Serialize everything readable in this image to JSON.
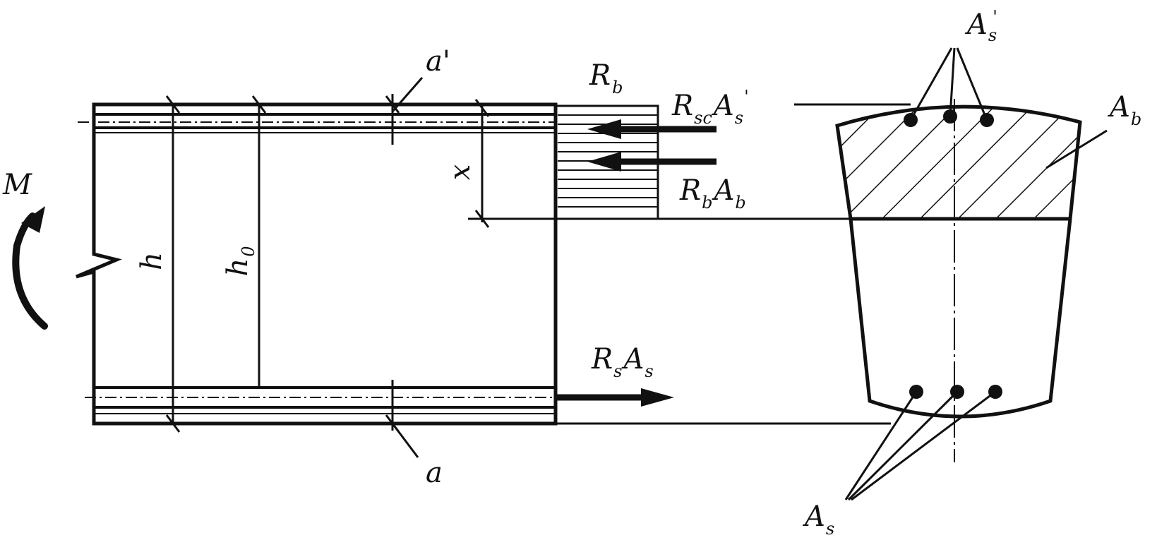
{
  "colors": {
    "ink": "#111111",
    "background": "#ffffff"
  },
  "labels": {
    "moment": "M",
    "h": "h",
    "h0_main": "h",
    "h0_sub": "0",
    "x": "x",
    "a_top": "a'",
    "a_bottom": "a",
    "rb_main": "R",
    "rb_sub": "b",
    "rsc_main": "R",
    "rsc_sub": "sc",
    "rsc_area_main": "A",
    "rsc_area_sub": "s",
    "rsc_area_prime": "'",
    "rbab_r": "R",
    "rbab_r_sub": "b",
    "rbab_a": "A",
    "rbab_a_sub": "b",
    "rsas_r": "R",
    "rsas_r_sub": "s",
    "rsas_a": "A",
    "rsas_a_sub": "s",
    "as_top_main": "A",
    "as_top_sub": "s",
    "as_top_prime": "'",
    "ab_main": "A",
    "ab_sub": "b",
    "as_bottom_main": "A",
    "as_bottom_sub": "s"
  }
}
